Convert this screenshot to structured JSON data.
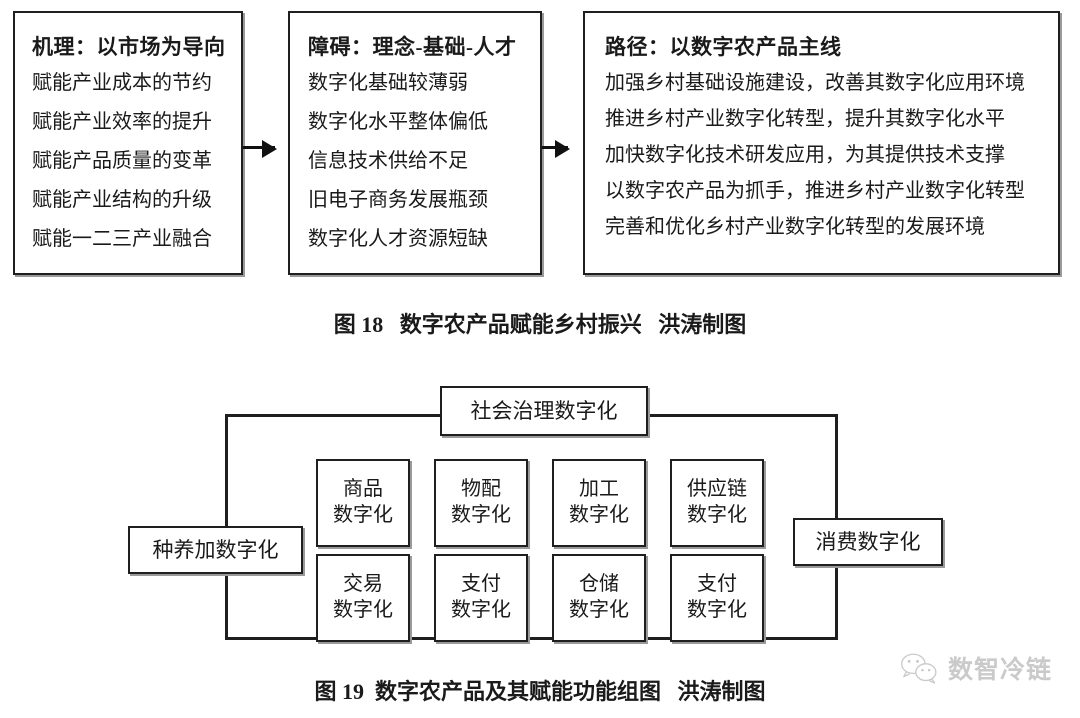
{
  "figure18": {
    "panels": [
      {
        "title": "机理：以市场为导向",
        "lines": [
          "赋能产业成本的节约",
          "赋能产业效率的提升",
          "赋能产品质量的变革",
          "赋能产业结构的升级",
          "赋能一二三产业融合"
        ]
      },
      {
        "title": "障碍：理念-基础-人才",
        "lines": [
          "数字化基础较薄弱",
          "数字化水平整体偏低",
          "信息技术供给不足",
          "旧电子商务发展瓶颈",
          "数字化人才资源短缺"
        ]
      },
      {
        "title": "路径：以数字农产品主线",
        "lines": [
          "加强乡村基础设施建设，改善其数字化应用环境",
          "推进乡村产业数字化转型，提升其数字化水平",
          "加快数字化技术研发应用，为其提供技术支撑",
          "以数字农产品为抓手，推进乡村产业数字化转型",
          "完善和优化乡村产业数字化转型的发展环境"
        ]
      }
    ],
    "arrows": [
      "arrow-right",
      "arrow-right"
    ],
    "caption": "图 18   数字农产品赋能乡村振兴   洪涛制图"
  },
  "figure19": {
    "top_node": "社会治理数字化",
    "left_node": "种养加数字化",
    "right_node": "消费数字化",
    "grid": {
      "row1": [
        {
          "l1": "商品",
          "l2": "数字化"
        },
        {
          "l1": "物配",
          "l2": "数字化"
        },
        {
          "l1": "加工",
          "l2": "数字化"
        },
        {
          "l1": "供应链",
          "l2": "数字化"
        }
      ],
      "row2": [
        {
          "l1": "交易",
          "l2": "数字化"
        },
        {
          "l1": "支付",
          "l2": "数字化"
        },
        {
          "l1": "仓储",
          "l2": "数字化"
        },
        {
          "l1": "支付",
          "l2": "数字化"
        }
      ]
    },
    "caption": "图 19  数字农产品及其赋能功能组图   洪涛制图"
  },
  "watermark": {
    "text": "数智冷链",
    "icon": "wechat-icon"
  },
  "colors": {
    "line": "#1f1f1f",
    "text": "#1a1a1a",
    "shadow": "#9a9a9a",
    "background": "#ffffff",
    "watermark": "#8b8b8b"
  }
}
